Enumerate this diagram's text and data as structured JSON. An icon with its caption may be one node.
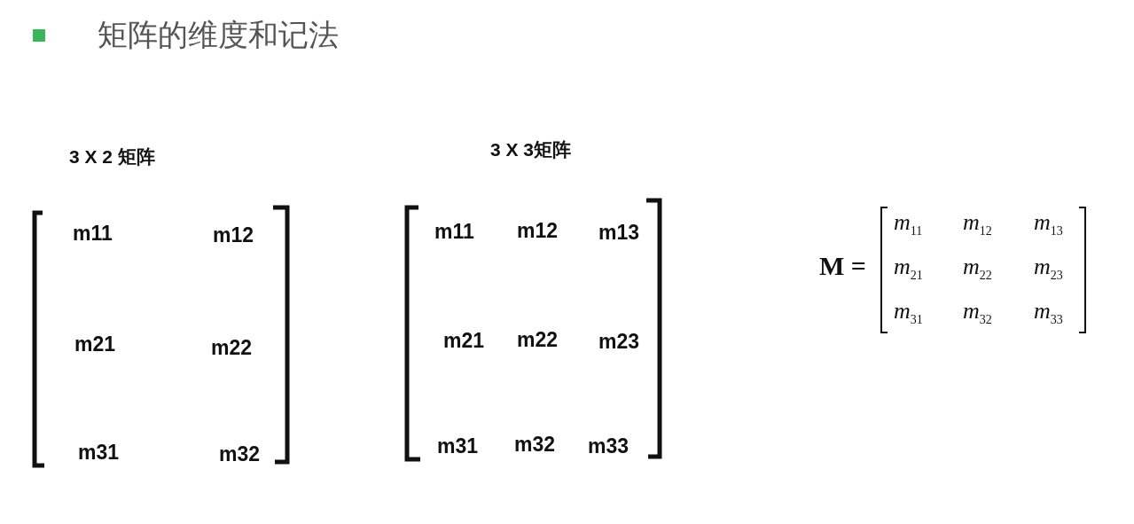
{
  "diagram": {
    "title": "矩阵的维度和记法",
    "labels": [
      "3 X 2 矩阵",
      "m11",
      "m12",
      "m21",
      "m22",
      "m31",
      "m32",
      "3 X 3矩阵",
      "m11",
      "m12",
      "m13",
      "m21",
      "m22",
      "m23",
      "m31",
      "m32",
      "m33",
      "M =",
      "m$_{11}$",
      "m$_{12}$",
      "m$_{13}$",
      "m$_{21}$",
      "m$_{22}$",
      "m$_{23}$",
      "m$_{31}$",
      "m$_{32}$",
      "m$_{33}$"
    ]
  }
}
